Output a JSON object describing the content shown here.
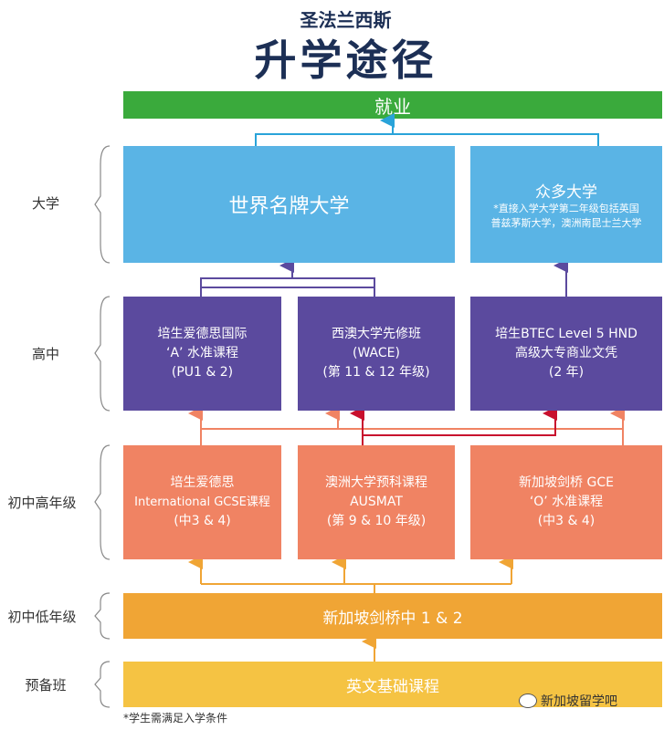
{
  "header": {
    "subtitle": "圣法兰西斯",
    "title": "升学途径"
  },
  "employment": "就业",
  "levels": [
    "大学",
    "高中",
    "初中高年级",
    "初中低年级",
    "预备班"
  ],
  "university": {
    "main": "世界名牌大学",
    "other_title": "众多大学",
    "other_note1": "*直接入学大学第二年级包括英国",
    "other_note2": "普兹茅斯大学，澳洲南昆士兰大学"
  },
  "high_school": [
    {
      "l1": "培生爱德思国际",
      "l2": "‘A’ 水准课程",
      "l3": "(PU1 & 2)"
    },
    {
      "l1": "西澳大学先修班",
      "l2": "(WACE)",
      "l3": "(第 11 & 12 年级)"
    },
    {
      "l1": "培生BTEC Level 5 HND",
      "l2": "高级大专商业文凭",
      "l3": "(2 年)"
    }
  ],
  "upper_secondary": [
    {
      "l1": "培生爱德思",
      "l2": "International GCSE课程",
      "l3": "(中3 & 4)"
    },
    {
      "l1": "澳洲大学预科课程",
      "l2": "AUSMAT",
      "l3": "(第 9 & 10 年级)"
    },
    {
      "l1": "新加坡剑桥 GCE",
      "l2": "‘O’ 水准课程",
      "l3": "(中3 & 4)"
    }
  ],
  "lower_secondary": "新加坡剑桥中 1 & 2",
  "foundation": "英文基础课程",
  "footnote": "*学生需满足入学条件",
  "watermark": "新加坡留学吧",
  "colors": {
    "green": "#3aaa3c",
    "blue": "#5ab4e5",
    "purple": "#5b4a9e",
    "orange": "#f08363",
    "amber": "#f0a535",
    "yellow": "#f5c343",
    "navy": "#1c2f55"
  }
}
